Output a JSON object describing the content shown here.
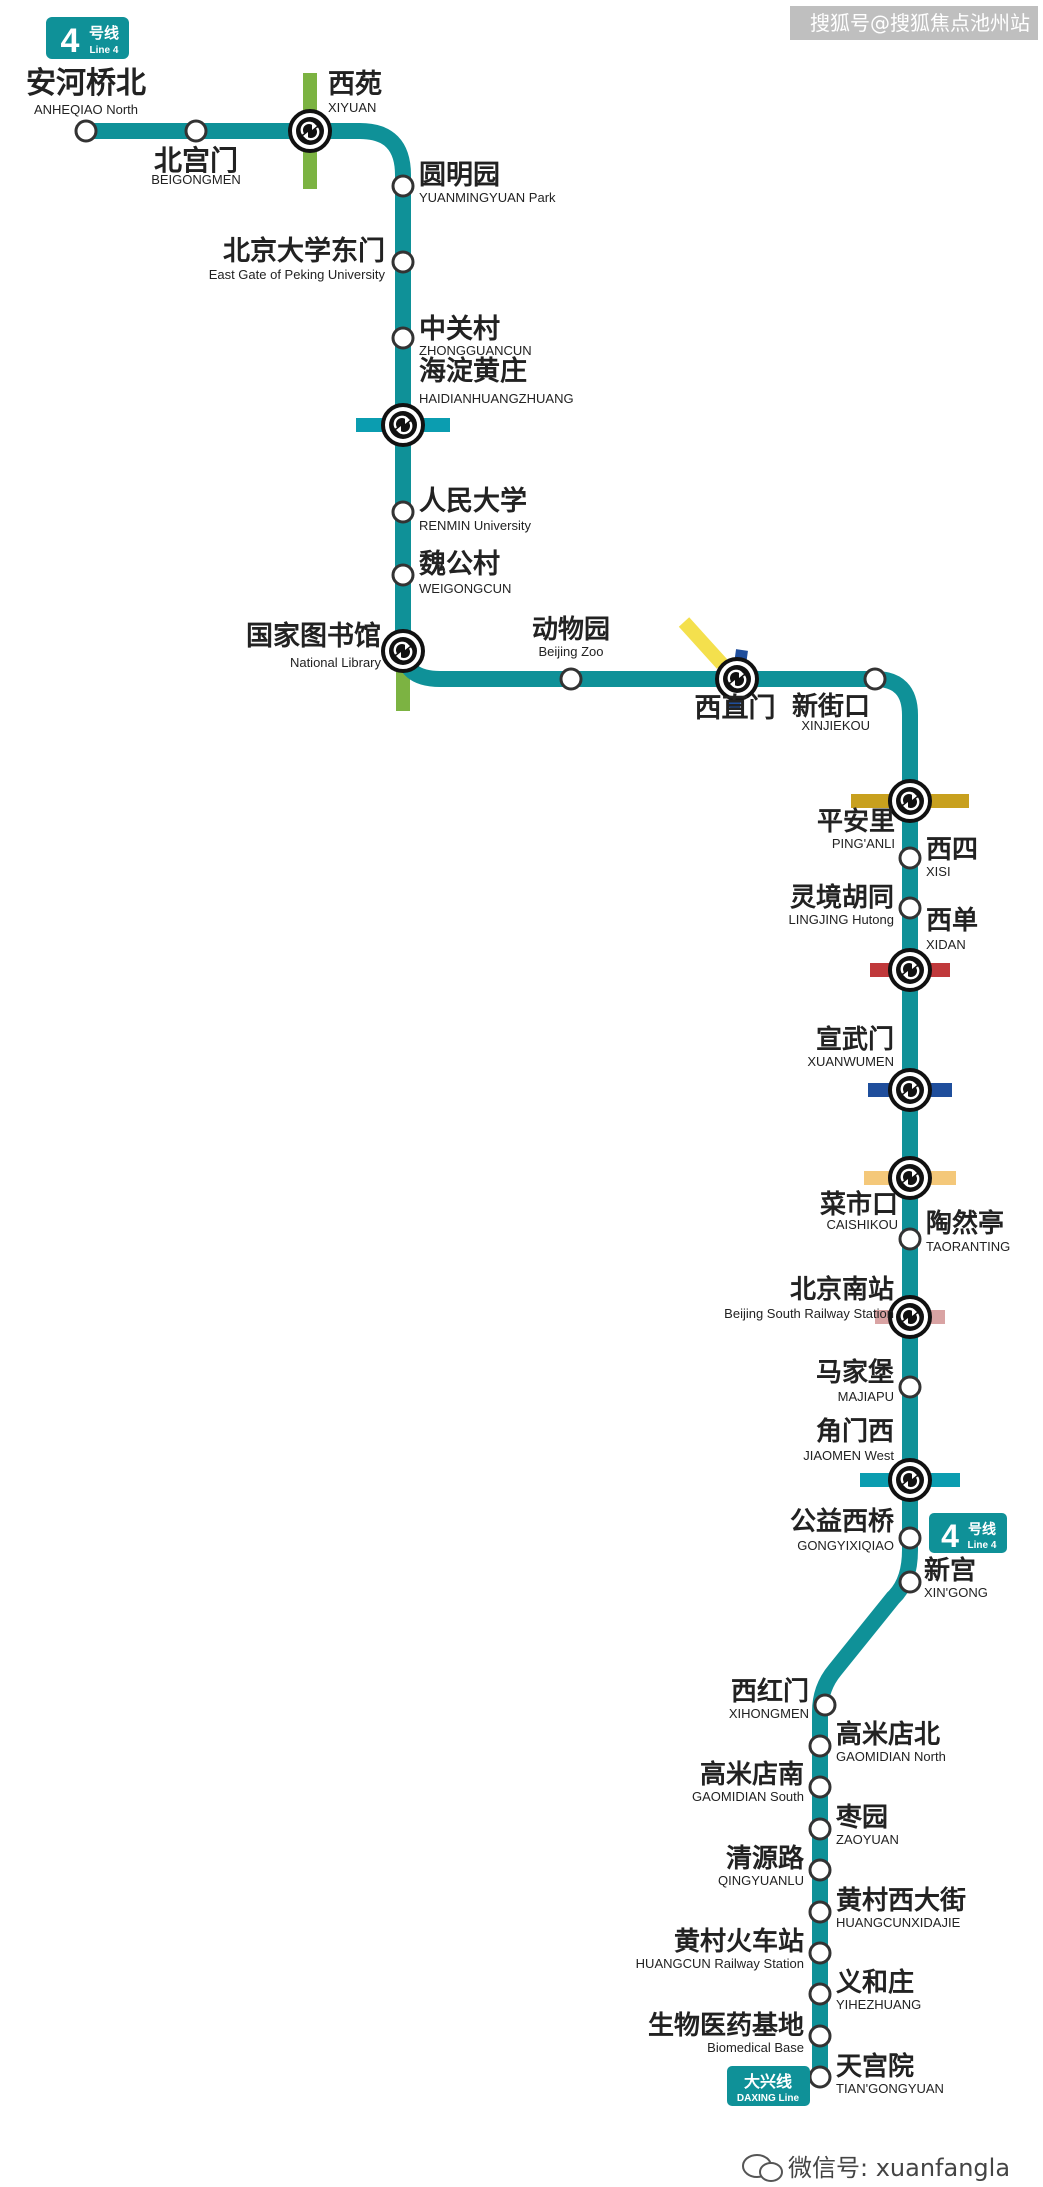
{
  "header": {
    "badge_number": "4",
    "badge_cn": "号线",
    "badge_en": "Line 4"
  },
  "watermark_top": "搜狐号@搜狐焦点池州站",
  "watermark_bottom": "微信号: xuanfangla",
  "line_colors": {
    "line4": "#0f9198",
    "line4_dark": "#0d7f86",
    "line10": "#0b9db0",
    "line2": "#1f4e9c",
    "line6": "#c8a01e",
    "line1": "#c0393b",
    "line7": "#f4c87a",
    "line16": "#7cb342",
    "line13": "#f4e04d",
    "line14": "#d9a3a3",
    "daxing_badge": "#0f9198"
  },
  "mid_badge": {
    "number": "4",
    "cn": "号线",
    "en": "Line 4"
  },
  "daxing_badge": {
    "cn": "大兴线",
    "en": "DAXING Line"
  },
  "stations": [
    {
      "id": "anheqiao-north",
      "cn": "安河桥北",
      "en": "ANHEQIAO North",
      "transfer": false
    },
    {
      "id": "beigongmen",
      "cn": "北宫门",
      "en": "BEIGONGMEN",
      "transfer": false
    },
    {
      "id": "xiyuan",
      "cn": "西苑",
      "en": "XIYUAN",
      "transfer": true
    },
    {
      "id": "yuanmingyuan",
      "cn": "圆明园",
      "en": "YUANMINGYUAN Park",
      "transfer": false
    },
    {
      "id": "peking-univ-east",
      "cn": "北京大学东门",
      "en": "East Gate of Peking University",
      "transfer": false
    },
    {
      "id": "zhongguancun",
      "cn": "中关村",
      "en": "ZHONGGUANCUN",
      "transfer": false
    },
    {
      "id": "haidianhuangzhuang",
      "cn": "海淀黄庄",
      "en": "HAIDIANHUANGZHUANG",
      "transfer": true
    },
    {
      "id": "renmin-univ",
      "cn": "人民大学",
      "en": "RENMIN University",
      "transfer": false
    },
    {
      "id": "weigongcun",
      "cn": "魏公村",
      "en": "WEIGONGCUN",
      "transfer": false
    },
    {
      "id": "national-library",
      "cn": "国家图书馆",
      "en": "National Library",
      "transfer": true
    },
    {
      "id": "beijing-zoo",
      "cn": "动物园",
      "en": "Beijing Zoo",
      "transfer": false
    },
    {
      "id": "xizhimen",
      "cn": "西直门",
      "en": "",
      "transfer": true
    },
    {
      "id": "xinjiekou",
      "cn": "新街口",
      "en": "XINJIEKOU",
      "transfer": false
    },
    {
      "id": "pinganli",
      "cn": "平安里",
      "en": "PING'ANLI",
      "transfer": true
    },
    {
      "id": "xisi",
      "cn": "西四",
      "en": "XISI",
      "transfer": false
    },
    {
      "id": "lingjing-hutong",
      "cn": "灵境胡同",
      "en": "LINGJING Hutong",
      "transfer": false
    },
    {
      "id": "xidan",
      "cn": "西单",
      "en": "XIDAN",
      "transfer": true
    },
    {
      "id": "xuanwumen",
      "cn": "宣武门",
      "en": "XUANWUMEN",
      "transfer": true
    },
    {
      "id": "caishikou",
      "cn": "菜市口",
      "en": "CAISHIKOU",
      "transfer": true
    },
    {
      "id": "taoranting",
      "cn": "陶然亭",
      "en": "TAORANTING",
      "transfer": false
    },
    {
      "id": "beijing-south",
      "cn": "北京南站",
      "en": "Beijing South Railway Station",
      "transfer": true
    },
    {
      "id": "majiapu",
      "cn": "马家堡",
      "en": "MAJIAPU",
      "transfer": false
    },
    {
      "id": "jiaomen-west",
      "cn": "角门西",
      "en": "JIAOMEN West",
      "transfer": true
    },
    {
      "id": "gongyixiqiao",
      "cn": "公益西桥",
      "en": "GONGYIXIQIAO",
      "transfer": false
    },
    {
      "id": "xingong",
      "cn": "新宫",
      "en": "XIN'GONG",
      "transfer": false
    },
    {
      "id": "xihongmen",
      "cn": "西红门",
      "en": "XIHONGMEN",
      "transfer": false
    },
    {
      "id": "gaomidian-north",
      "cn": "高米店北",
      "en": "GAOMIDIAN North",
      "transfer": false
    },
    {
      "id": "gaomidian-south",
      "cn": "高米店南",
      "en": "GAOMIDIAN South",
      "transfer": false
    },
    {
      "id": "zaoyuan",
      "cn": "枣园",
      "en": "ZAOYUAN",
      "transfer": false
    },
    {
      "id": "qingyuanlu",
      "cn": "清源路",
      "en": "QINGYUANLU",
      "transfer": false
    },
    {
      "id": "huangcunxidajie",
      "cn": "黄村西大街",
      "en": "HUANGCUNXIDAJIE",
      "transfer": false
    },
    {
      "id": "huangcun-railway",
      "cn": "黄村火车站",
      "en": "HUANGCUN Railway Station",
      "transfer": false
    },
    {
      "id": "yihezhuang",
      "cn": "义和庄",
      "en": "YIHEZHUANG",
      "transfer": false
    },
    {
      "id": "biomedical-base",
      "cn": "生物医药基地",
      "en": "Biomedical Base",
      "transfer": false
    },
    {
      "id": "tiangongyuan",
      "cn": "天宫院",
      "en": "TIAN'GONGYUAN",
      "transfer": false
    }
  ]
}
